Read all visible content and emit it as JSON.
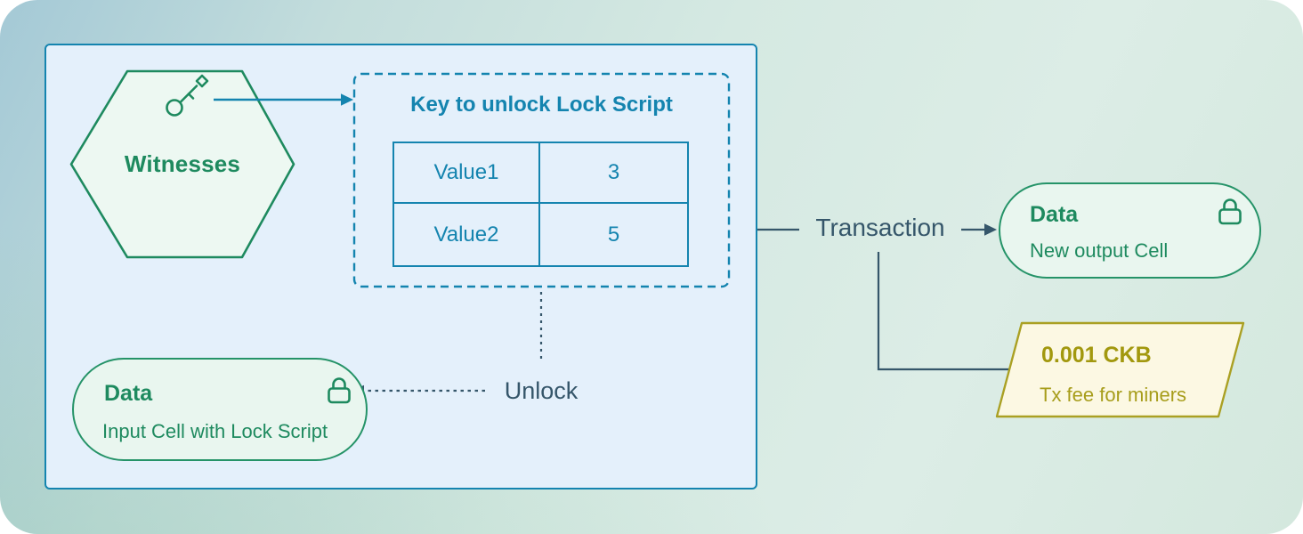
{
  "witnesses": {
    "label": "Witnesses"
  },
  "key_panel": {
    "title": "Key to unlock Lock Script",
    "rows": [
      {
        "key": "Value1",
        "value": "3"
      },
      {
        "key": "Value2",
        "value": "5"
      }
    ]
  },
  "unlock": {
    "label": "Unlock"
  },
  "input_cell": {
    "title": "Data",
    "subtitle": "Input Cell with Lock Script"
  },
  "transaction": {
    "label": "Transaction"
  },
  "output_cell": {
    "title": "Data",
    "subtitle": "New output Cell"
  },
  "fee": {
    "amount": "0.001 CKB",
    "note": "Tx fee for miners"
  },
  "icons": {
    "key": "key-icon",
    "input_lock": "lock-icon",
    "output_lock": "lock-icon"
  },
  "colors": {
    "blue": "#1484af",
    "green": "#1e8a5f",
    "green_border": "#259368",
    "slate": "#35566a",
    "olive_border": "#aaa023",
    "olive_text": "#a2980e",
    "box_fill": "#e4f0fb",
    "pill_fill": "#e9f6ef",
    "hex_fill": "#edf8f2",
    "fee_fill": "#fcf8e3",
    "bg_top_left": "#a4c9d6",
    "bg_mint": "#dcede6"
  }
}
